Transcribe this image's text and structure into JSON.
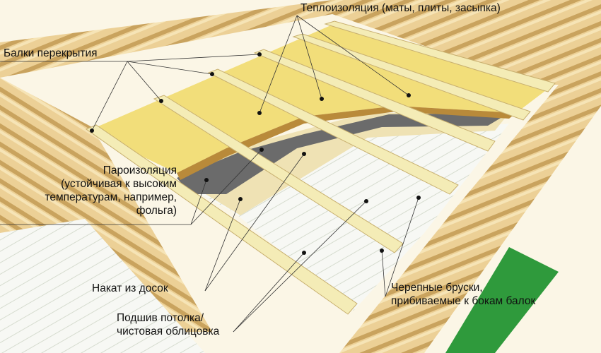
{
  "labels": {
    "insulation": "Теплоизоляция (маты, плиты, засыпка)",
    "beams": "Балки перекрытия",
    "vapor_barrier": [
      "Пароизоляция",
      "(устойчивая к высоким",
      "температурам, например,",
      "фольга)"
    ],
    "boards": "Накат из досок",
    "ceiling": [
      "Подшив потолка/",
      "чистовая облицовка"
    ],
    "cranial_bars": [
      "Черепные бруски,",
      "прибиваемые к бокам балок"
    ]
  },
  "colors": {
    "log": "#e9cc8c",
    "log_dark": "#c9a35e",
    "insulation": "#f2de7a",
    "vapor": "#6e6e6e",
    "board": "#efe2b4",
    "beam": "#f3eab0",
    "grass": "#2f9a3c"
  }
}
